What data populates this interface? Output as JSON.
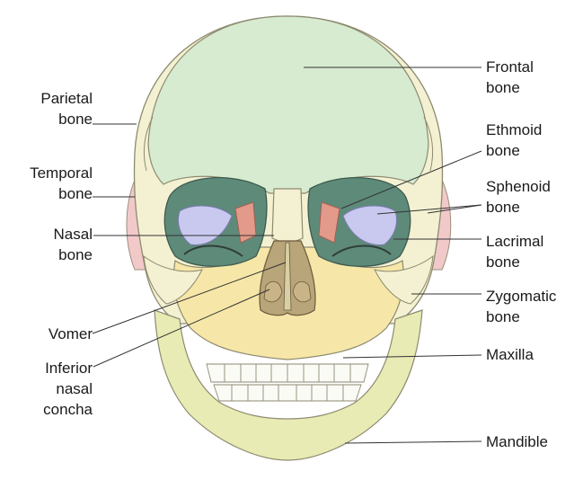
{
  "labels": {
    "frontal": {
      "line1": "Frontal",
      "line2": "bone"
    },
    "parietal": {
      "line1": "Parietal",
      "line2": "bone"
    },
    "ethmoid": {
      "line1": "Ethmoid",
      "line2": "bone"
    },
    "temporal": {
      "line1": "Temporal",
      "line2": "bone"
    },
    "sphenoid": {
      "line1": "Sphenoid",
      "line2": "bone"
    },
    "nasal": {
      "line1": "Nasal",
      "line2": "bone"
    },
    "lacrimal": {
      "line1": "Lacrimal",
      "line2": "bone"
    },
    "zygomatic": {
      "line1": "Zygomatic",
      "line2": "bone"
    },
    "vomer": {
      "line1": "Vomer"
    },
    "maxilla": {
      "line1": "Maxilla"
    },
    "inferior_nasal_concha": {
      "line1": "Inferior",
      "line2": "nasal",
      "line3": "concha"
    },
    "mandible": {
      "line1": "Mandible"
    }
  },
  "colors": {
    "frontal": "#d6ebd0",
    "skull_base": "#f3f1d2",
    "maxilla": "#f6e7a8",
    "mandible": "#e8ebb3",
    "parietal": "#eef2d8",
    "temporal": "#f2c9c9",
    "sphenoid": "#c9c9f0",
    "ethmoid": "#5e8a7a",
    "lacrimal": "#e39a8a",
    "vomer": "#b9a57a",
    "teeth": "#fbfbf6",
    "leader": "#333333"
  }
}
